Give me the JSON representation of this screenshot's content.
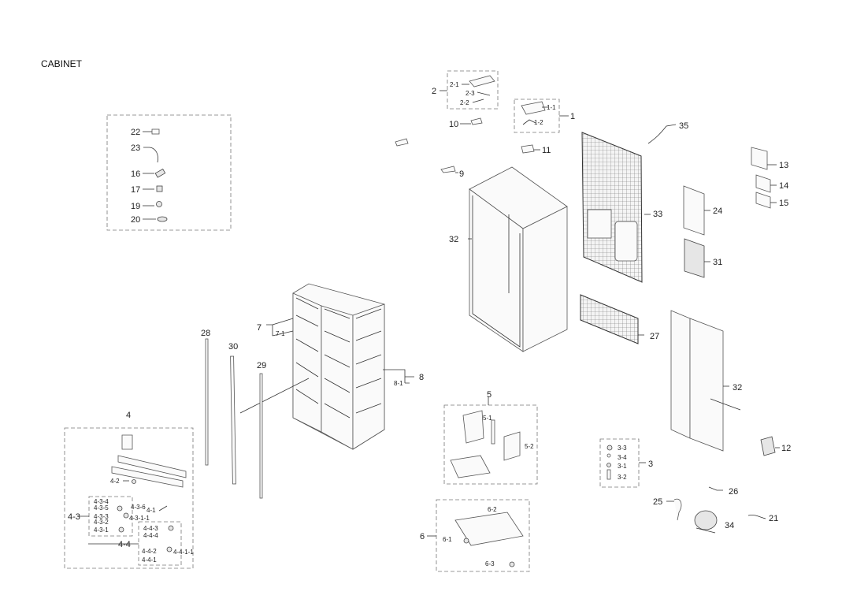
{
  "title": "CABINET",
  "callouts": {
    "c1": "1",
    "c1_1": "1-1",
    "c1_2": "1-2",
    "c2": "2",
    "c2_1": "2-1",
    "c2_2": "2-2",
    "c2_3": "2-3",
    "c3": "3",
    "c3_1": "3-1",
    "c3_2": "3-2",
    "c3_3": "3-3",
    "c3_4": "3-4",
    "c4": "4",
    "c4_1": "4-1",
    "c4_2": "4-2",
    "c4_3": "4-3",
    "c4_3_1": "4-3-1",
    "c4_3_1_1": "4-3-1-1",
    "c4_3_2": "4-3-2",
    "c4_3_3": "4-3-3",
    "c4_3_4": "4-3-4",
    "c4_3_5": "4-3-5",
    "c4_3_6": "4-3-6",
    "c4_4": "4-4",
    "c4_4_1": "4-4-1",
    "c4_4_1_1": "4-4-1-1",
    "c4_4_2": "4-4-2",
    "c4_4_3": "4-4-3",
    "c4_4_4": "4-4-4",
    "c5": "5",
    "c5_1": "5-1",
    "c5_2": "5-2",
    "c6": "6",
    "c6_1": "6-1",
    "c6_2": "6-2",
    "c6_3": "6-3",
    "c7": "7",
    "c7_1": "7-1",
    "c8": "8",
    "c8_1": "8-1",
    "c9": "9",
    "c10": "10",
    "c11": "11",
    "c12": "12",
    "c13": "13",
    "c14": "14",
    "c15": "15",
    "c16": "16",
    "c17": "17",
    "c19": "19",
    "c20": "20",
    "c21": "21",
    "c22": "22",
    "c23": "23",
    "c24": "24",
    "c25": "25",
    "c26": "26",
    "c27": "27",
    "c28": "28",
    "c29": "29",
    "c30": "30",
    "c31": "31",
    "c32a": "32",
    "c32b": "32",
    "c33": "33",
    "c34": "34",
    "c35": "35"
  }
}
